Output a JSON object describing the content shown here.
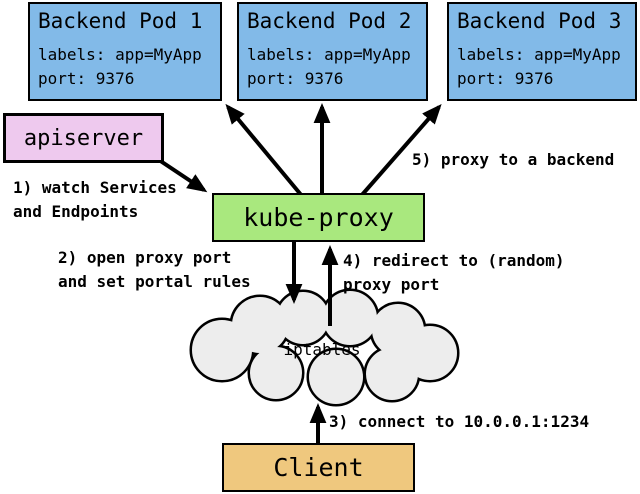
{
  "nodes": {
    "pods": [
      {
        "title": "Backend Pod 1",
        "labels": "labels: app=MyApp",
        "port": "port: 9376"
      },
      {
        "title": "Backend Pod 2",
        "labels": "labels: app=MyApp",
        "port": "port: 9376"
      },
      {
        "title": "Backend Pod 3",
        "labels": "labels: app=MyApp",
        "port": "port: 9376"
      }
    ],
    "apiserver": {
      "label": "apiserver"
    },
    "kube_proxy": {
      "label": "kube-proxy"
    },
    "iptables": {
      "label": "iptables"
    },
    "client": {
      "label": "Client"
    }
  },
  "annotations": {
    "step1": {
      "line1": "1) watch Services",
      "line2": "and Endpoints"
    },
    "step2": {
      "line1": "2) open proxy port",
      "line2": "and set portal rules"
    },
    "step3": {
      "line1": "3) connect to 10.0.0.1:1234"
    },
    "step4": {
      "line1": "4) redirect to (random)",
      "line2": "proxy port"
    },
    "step5": {
      "line1": "5) proxy to a backend"
    }
  },
  "colors": {
    "pod_fill": "#82bae8",
    "apiserver_fill": "#eec9ee",
    "kube_proxy_fill": "#a9e87e",
    "client_fill": "#efc87e",
    "cloud_fill": "#ededed",
    "border": "#000000",
    "background": "#ffffff"
  }
}
